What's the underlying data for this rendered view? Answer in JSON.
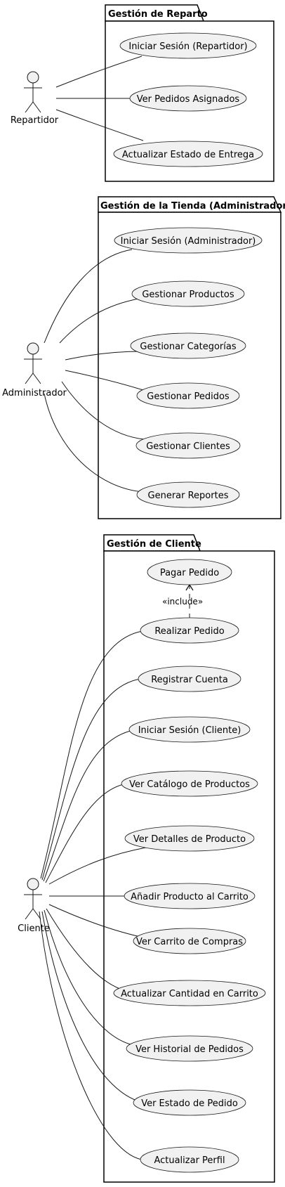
{
  "packages": {
    "reparto": {
      "title": "Gestión de Reparto",
      "use_cases": {
        "login": "Iniciar Sesión (Repartidor)",
        "orders": "Ver Pedidos Asignados",
        "status": "Actualizar Estado de Entrega"
      }
    },
    "tienda": {
      "title": "Gestión de la Tienda (Administrador)",
      "use_cases": {
        "login": "Iniciar Sesión (Administrador)",
        "products": "Gestionar Productos",
        "categories": "Gestionar Categorías",
        "orders": "Gestionar Pedidos",
        "clients": "Gestionar Clientes",
        "reports": "Generar Reportes"
      }
    },
    "cliente": {
      "title": "Gestión de Cliente",
      "use_cases": {
        "pay": "Pagar Pedido",
        "order": "Realizar Pedido",
        "register": "Registrar Cuenta",
        "login": "Iniciar Sesión (Cliente)",
        "catalog": "Ver Catálogo de Productos",
        "details": "Ver Detalles de Producto",
        "add_cart": "Añadir Producto al Carrito",
        "view_cart": "Ver Carrito de Compras",
        "update_qty": "Actualizar Cantidad en Carrito",
        "history": "Ver Historial de Pedidos",
        "order_status": "Ver Estado de Pedido",
        "profile": "Actualizar Perfil"
      },
      "include_label": "«include»"
    }
  },
  "actors": {
    "repartidor": "Repartidor",
    "administrador": "Administrador",
    "cliente": "Cliente"
  }
}
